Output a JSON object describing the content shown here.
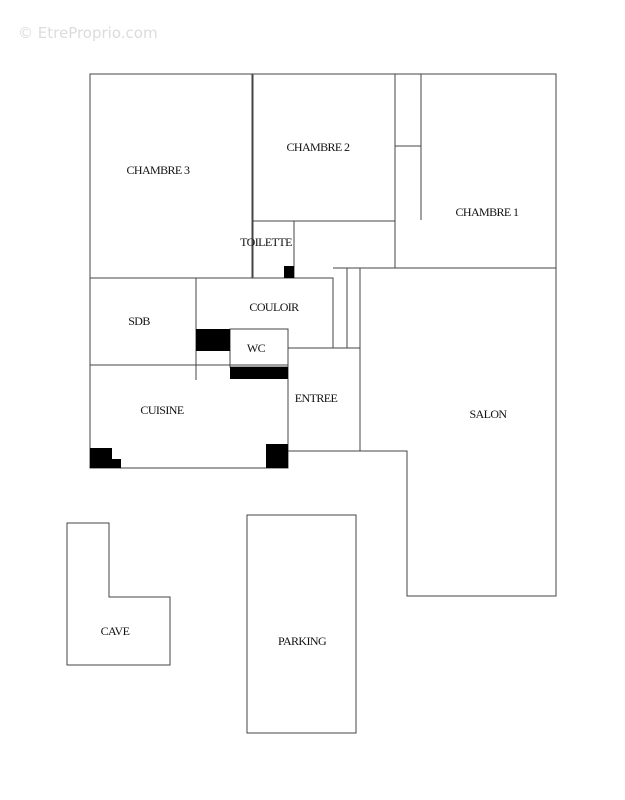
{
  "watermark": "© EtreProprio.com",
  "rooms": {
    "chambre3": "CHAMBRE 3",
    "chambre2": "CHAMBRE 2",
    "chambre1": "CHAMBRE 1",
    "toilette": "TOILETTE",
    "sdb": "SDB",
    "couloir": "COULOIR",
    "wc": "WC",
    "cuisine": "CUISINE",
    "entree": "ENTREE",
    "salon": "SALON",
    "cave": "CAVE",
    "parking": "PARKING"
  }
}
